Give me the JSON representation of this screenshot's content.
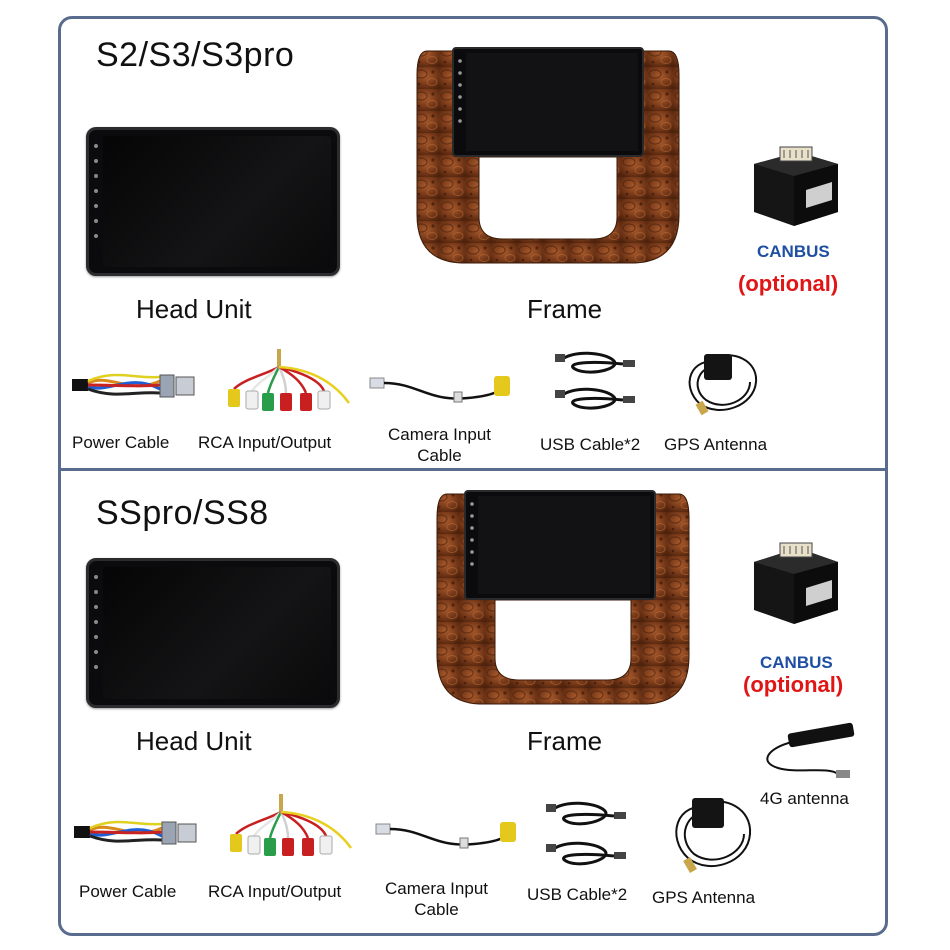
{
  "sections": [
    {
      "title": "S2/S3/S3pro",
      "head_unit_label": "Head Unit",
      "frame_label": "Frame",
      "canbus_label": "CANBUS",
      "canbus_note": "(optional)",
      "accessories": {
        "power_cable": "Power Cable",
        "rca": "RCA Input/Output",
        "camera_line1": "Camera Input",
        "camera_line2": "Cable",
        "usb": "USB Cable*2",
        "gps": "GPS Antenna"
      }
    },
    {
      "title": "SSpro/SS8",
      "head_unit_label": "Head Unit",
      "frame_label": "Frame",
      "canbus_label": "CANBUS",
      "canbus_note": "(optional)",
      "antenna_4g": "4G antenna",
      "accessories": {
        "power_cable": "Power Cable",
        "rca": "RCA Input/Output",
        "camera_line1": "Camera Input",
        "camera_line2": "Cable",
        "usb": "USB Cable*2",
        "gps": "GPS Antenna"
      }
    }
  ],
  "colors": {
    "border": "#5a6c8e",
    "canbus": "#1e4fa3",
    "optional": "#e01616",
    "wood": "#7a3b1a"
  }
}
